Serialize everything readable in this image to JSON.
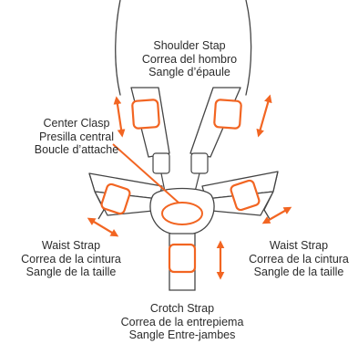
{
  "labels": {
    "shoulder": {
      "en": "Shoulder Stap",
      "es": "Correa del hombro",
      "fr": "Sangle d’épaule"
    },
    "center": {
      "en": "Center Clasp",
      "es": "Presilla central",
      "fr": "Boucle d’attache"
    },
    "waist_left": {
      "en": "Waist Strap",
      "es": "Correa de la cintura",
      "fr": "Sangle de la taille"
    },
    "waist_right": {
      "en": "Waist Strap",
      "es": "Correa de la cintura",
      "fr": "Sangle de la taille"
    },
    "crotch": {
      "en": "Crotch Strap",
      "es": "Correa de la entrepiema",
      "fr": "Sangle Entre-jambes"
    }
  },
  "colors": {
    "accent": "#f26522",
    "line": "#333333",
    "background": "#ffffff"
  },
  "icons": [
    "adjust-arrow-icon",
    "buckle-icon"
  ]
}
